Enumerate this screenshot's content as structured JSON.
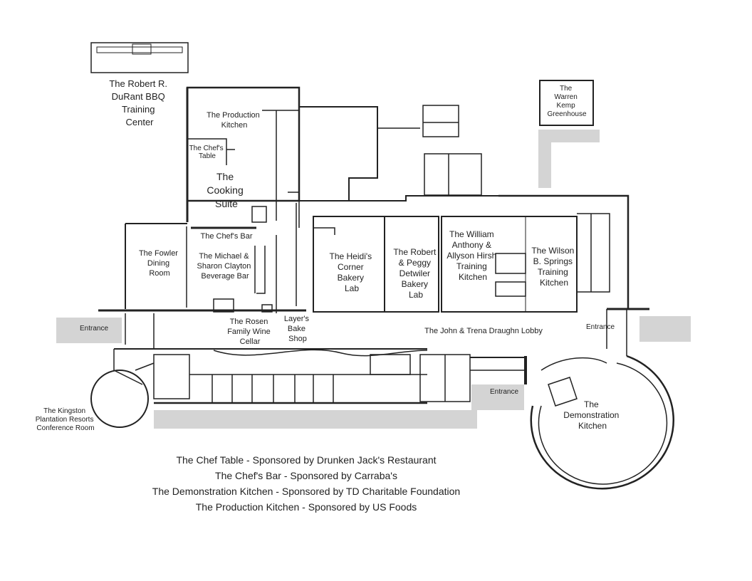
{
  "rooms": {
    "bbq_training_center": [
      "The Robert R.",
      "DuRant BBQ",
      "Training",
      "Center"
    ],
    "production_kitchen": [
      "The Production",
      "Kitchen"
    ],
    "chefs_table": [
      "The Chef's",
      "Table"
    ],
    "cooking_suite": [
      "The",
      "Cooking",
      "Suite"
    ],
    "chefs_bar": [
      "The Chef's Bar"
    ],
    "fowler_dining": [
      "The Fowler",
      "Dining",
      "Room"
    ],
    "clayton_beverage_bar": [
      "The Michael &",
      "Sharon Clayton",
      "Beverage Bar"
    ],
    "rosen_wine_cellar": [
      "The Rosen",
      "Family Wine",
      "Cellar"
    ],
    "layers_bake_shop": [
      "Layer's",
      "Bake",
      "Shop"
    ],
    "heidis_corner_bakery": [
      "The Heidi's",
      "Corner",
      "Bakery",
      "Lab"
    ],
    "detwiler_bakery": [
      "The Robert",
      "& Peggy",
      "Detwiler",
      "Bakery",
      "Lab"
    ],
    "hirsh_training_kitchen": [
      "The William",
      "Anthony &",
      "Allyson Hirsh",
      "Training",
      "Kitchen"
    ],
    "springs_training_kitchen": [
      "The Wilson",
      "B. Springs",
      "Training",
      "Kitchen"
    ],
    "kemp_greenhouse": [
      "The",
      "Warren",
      "Kemp",
      "Greenhouse"
    ],
    "draughn_lobby": [
      "The John & Trena Draughn Lobby"
    ],
    "entrance_west": [
      "Entrance"
    ],
    "entrance_east": [
      "Entrance"
    ],
    "entrance_south": [
      "Entrance"
    ],
    "demonstration_kitchen": [
      "The",
      "Demonstration",
      "Kitchen"
    ],
    "kingston_conference": [
      "The Kingston",
      "Plantation Resorts",
      "Conference Room"
    ]
  },
  "sponsors": [
    "The Chef Table - Sponsored by Drunken Jack's Restaurant",
    "The Chef's Bar - Sponsored by Carraba's",
    "The Demonstration Kitchen - Sponsored by TD Charitable Foundation",
    "The Production Kitchen - Sponsored by US Foods"
  ],
  "colors": {
    "wall": "#222222",
    "walkway": "#d4d4d4",
    "text": "#222222"
  }
}
